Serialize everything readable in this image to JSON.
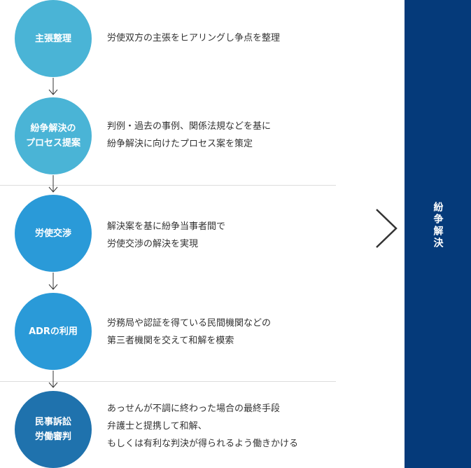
{
  "steps": [
    {
      "title": "主張整理",
      "color": "#4ab4d6",
      "description": [
        "労使双方の主張をヒアリングし争点を整理"
      ]
    },
    {
      "title": "紛争解決の\nプロセス提案",
      "color": "#4ab4d6",
      "description": [
        "判例・過去の事例、関係法規などを基に",
        "紛争解決に向けたプロセス案を策定"
      ]
    },
    {
      "title": "労使交渉",
      "color": "#2a9ad8",
      "description": [
        "解決案を基に紛争当事者間で",
        "労使交渉の解決を実現"
      ]
    },
    {
      "title": "ADRの利用",
      "color": "#2a9ad8",
      "description": [
        "労務局や認証を得ている民間機関などの",
        "第三者機関を交えて和解を模索"
      ]
    },
    {
      "title": "民事訴訟\n労働審判",
      "color": "#1f72ad",
      "description": [
        "あっせんが不調に終わった場合の最終手段",
        "弁護士と提携して和解、",
        "もしくは有利な判決が得られるよう働きかける"
      ]
    }
  ],
  "result": {
    "label": "紛争解決",
    "color": "#053a7a"
  },
  "colors": {
    "divider": "#dddddd",
    "arrow": "#333333",
    "text": "#333333"
  }
}
